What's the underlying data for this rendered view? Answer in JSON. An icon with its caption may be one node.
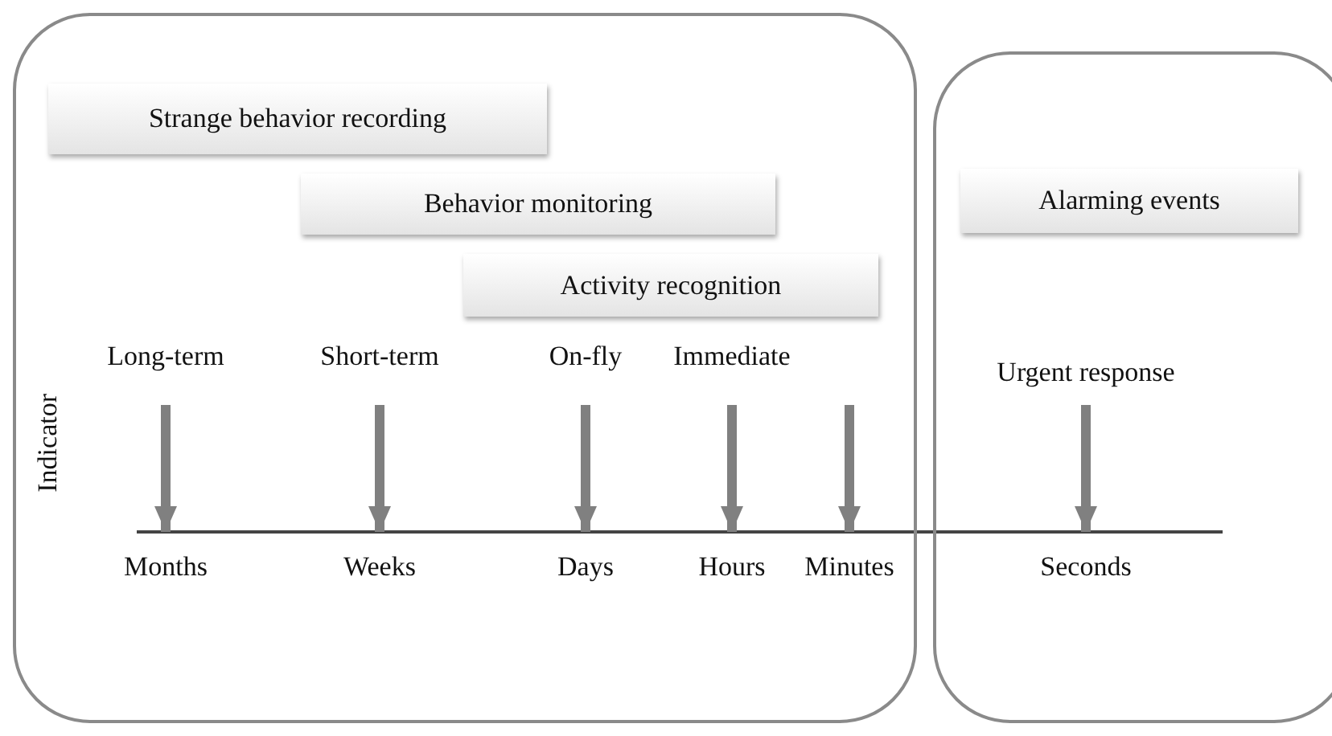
{
  "diagram": {
    "nodes": [
      {
        "text": [],
        "shape": "box"
      },
      {
        "text": [
          "Strange behavior recording"
        ],
        "in": 0
      },
      {
        "text": [
          "Behavior monitoring"
        ],
        "in": 0
      },
      {
        "text": [
          "Activity recognition"
        ],
        "in": 0
      },
      {
        "text": [
          "Long-term"
        ],
        "in": 0
      },
      {
        "text": [
          "Short-term"
        ],
        "in": 0
      },
      {
        "text": [
          "On-fly"
        ],
        "in": 0
      },
      {
        "text": [
          "Immediate"
        ],
        "in": 0
      },
      {
        "text": [
          "Months"
        ],
        "in": 0
      },
      {
        "text": [
          "Weeks"
        ],
        "in": 0
      },
      {
        "text": [
          "Days"
        ],
        "in": 0
      },
      {
        "text": [
          "Hours"
        ],
        "in": 0
      },
      {
        "text": [
          "Minutes"
        ],
        "in": 0
      },
      {
        "text": [],
        "shape": "box"
      },
      {
        "text": [
          "Alarming events"
        ],
        "in": 13
      },
      {
        "text": [
          "Urgent response"
        ],
        "in": 13
      },
      {
        "text": [
          "Seconds"
        ],
        "in": 13
      }
    ],
    "edges": [
      {
        "from": 4,
        "to": 8,
        "arrow": "to"
      },
      {
        "from": 5,
        "to": 9,
        "arrow": "to"
      },
      {
        "from": 6,
        "to": 10,
        "arrow": "to"
      },
      {
        "from": 7,
        "to": 11,
        "arrow": "to"
      },
      {
        "from": null,
        "to": 12,
        "arrow": "to"
      },
      {
        "from": 15,
        "to": 16,
        "arrow": "to"
      }
    ],
    "labels": [
      "Indicator"
    ]
  }
}
